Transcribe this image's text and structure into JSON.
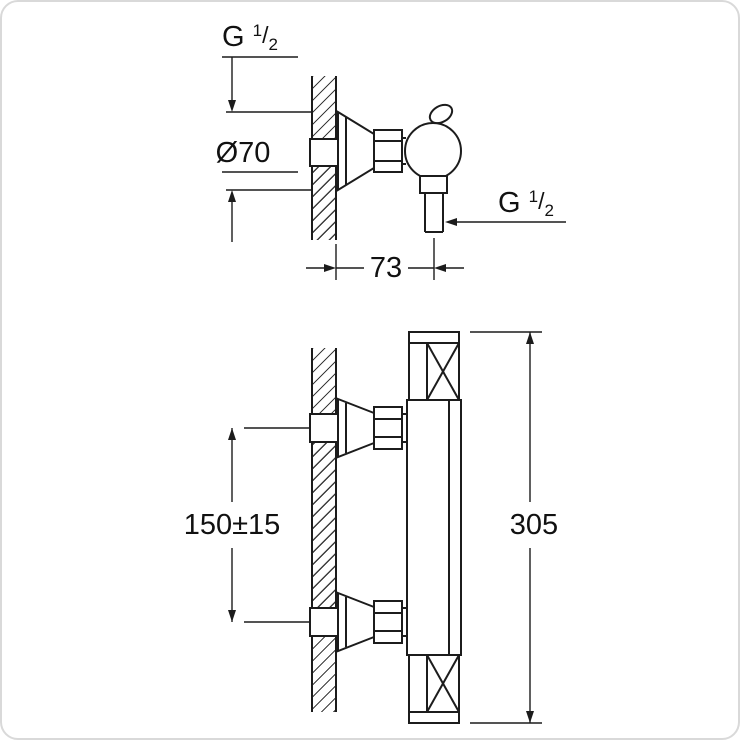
{
  "side_view": {
    "thread_top": {
      "prefix": "G",
      "numerator": "1",
      "slash": "/",
      "denominator": "2"
    },
    "diameter_label": "Ø70",
    "thread_side": {
      "prefix": "G",
      "numerator": "1",
      "slash": "/",
      "denominator": "2"
    },
    "wall_distance_label": "73"
  },
  "front_view": {
    "connection_spacing_label": "150±15",
    "height_label": "305"
  },
  "colors": {
    "line_color": "#1c1c1c",
    "background": "#ffffff"
  }
}
